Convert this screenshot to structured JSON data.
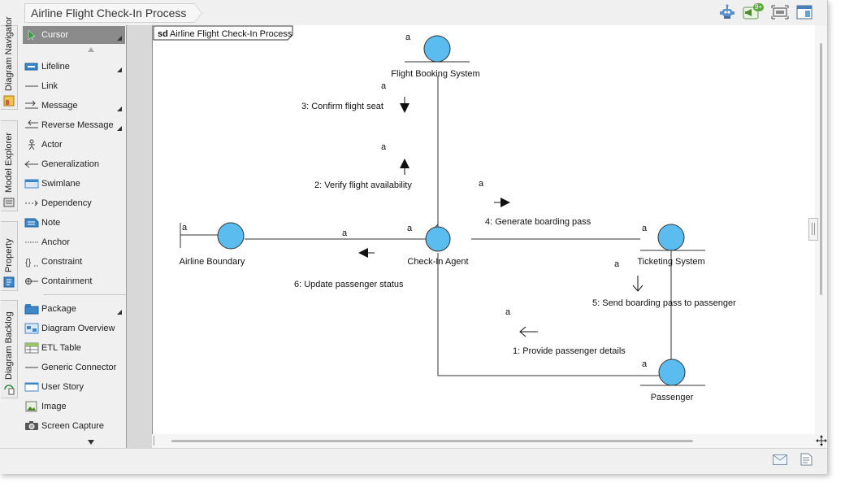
{
  "window": {
    "title": "Airline Flight Check-In Process",
    "notification_badge": "9+"
  },
  "side_tabs": [
    {
      "label": "Diagram Navigator"
    },
    {
      "label": "Model Explorer"
    },
    {
      "label": "Property"
    },
    {
      "label": "Diagram Backlog"
    }
  ],
  "palette": {
    "items": [
      {
        "label": "Cursor",
        "icon": "cursor-icon",
        "selected": true
      },
      {
        "label": "Lifeline",
        "icon": "lifeline-icon"
      },
      {
        "label": "Link",
        "icon": "link-icon"
      },
      {
        "label": "Message",
        "icon": "message-icon"
      },
      {
        "label": "Reverse Message",
        "icon": "reverse-message-icon"
      },
      {
        "label": "Actor",
        "icon": "actor-icon"
      },
      {
        "label": "Generalization",
        "icon": "generalization-icon"
      },
      {
        "label": "Swimlane",
        "icon": "swimlane-icon"
      },
      {
        "label": "Dependency",
        "icon": "dependency-icon"
      },
      {
        "label": "Note",
        "icon": "note-icon"
      },
      {
        "label": "Anchor",
        "icon": "anchor-icon"
      },
      {
        "label": "Constraint",
        "icon": "constraint-icon"
      },
      {
        "label": "Containment",
        "icon": "containment-icon"
      },
      {
        "label": "Package",
        "icon": "package-icon"
      },
      {
        "label": "Diagram Overview",
        "icon": "diagram-overview-icon"
      },
      {
        "label": "ETL Table",
        "icon": "etl-table-icon"
      },
      {
        "label": "Generic Connector",
        "icon": "generic-connector-icon"
      },
      {
        "label": "User Story",
        "icon": "user-story-icon"
      },
      {
        "label": "Image",
        "icon": "image-icon"
      },
      {
        "label": "Screen Capture",
        "icon": "screen-capture-icon"
      }
    ]
  },
  "diagram": {
    "frame_keyword": "sd",
    "frame_title": "Airline Flight Check-In Process",
    "lifelines": {
      "flight_booking": {
        "name": "Flight Booking System",
        "tag": "a"
      },
      "airline_boundary": {
        "name": "Airline Boundary",
        "tag": "a"
      },
      "checkin_agent": {
        "name": "Check-In Agent",
        "tag": "a"
      },
      "ticketing": {
        "name": "Ticketing System",
        "tag": "a"
      },
      "passenger": {
        "name": "Passenger",
        "tag": "a"
      }
    },
    "link_label": "a",
    "messages": {
      "m1": {
        "text": "1: Provide passenger details",
        "tag": "a"
      },
      "m2": {
        "text": "2: Verify flight availability",
        "tag": "a"
      },
      "m3": {
        "text": "3: Confirm flight seat",
        "tag": "a"
      },
      "m4": {
        "text": "4: Generate boarding pass",
        "tag": "a"
      },
      "m5": {
        "text": "5: Send boarding pass to passenger",
        "tag": "a"
      },
      "m6": {
        "text": "6: Update passenger status",
        "tag": "a"
      }
    }
  },
  "colors": {
    "lifeline_fill": "#5bbcf0",
    "selected_tool": "#8a8a8a"
  }
}
